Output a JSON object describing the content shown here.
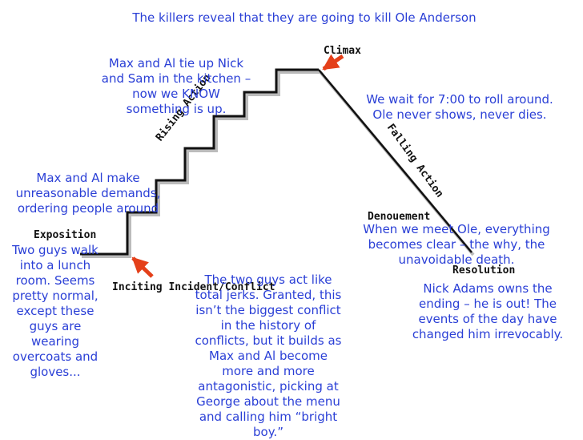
{
  "colors": {
    "text": "#2a3fd6",
    "label": "#111111",
    "arrow": "#e4401a",
    "line": "#111111"
  },
  "title": "The killers reveal that they are going to kill Ole Anderson",
  "labels": {
    "climax": "Climax",
    "rising_action": "Rising Action",
    "falling_action": "Falling Action",
    "denouement": "Denouement",
    "exposition": "Exposition",
    "inciting": "Inciting Incident/Conflict",
    "resolution": "Resolution"
  },
  "notes": {
    "tie_up": "Max and Al tie up Nick\nand Sam in the kitchen –\nnow we KNOW\nsomething is up.",
    "wait": "We wait for 7:00 to roll around.\nOle never shows, never dies.",
    "demands": "Max and Al make\nunreasonable demands,\nordering people around",
    "meet_ole": "When we meet Ole, everything\nbecomes clear – the why, the\nunavoidable death.",
    "two_guys": "Two guys walk\ninto a lunch\nroom.  Seems\npretty normal,\nexcept these\nguys are\nwearing\novercoats and\ngloves...",
    "jerks": "The two guys act like\ntotal jerks.  Granted, this\nisn’t the biggest conflict\nin the history of\nconflicts, but it builds as\nMax and Al become\nmore and more\nantagonistic, picking at\nGeorge about the menu\nand calling him “bright\nboy.”",
    "nick": "Nick Adams owns the\nending – he is out!  The\nevents of the day have\nchanged him irrevocably."
  }
}
